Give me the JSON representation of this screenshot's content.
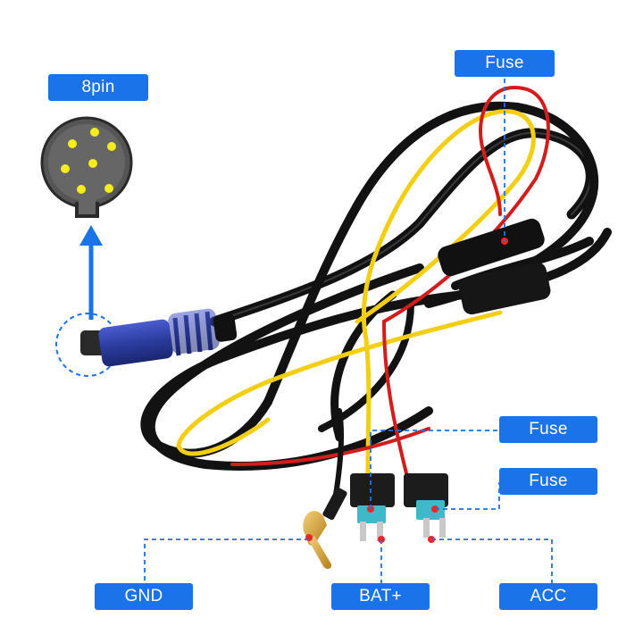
{
  "labels": {
    "pin": "8pin",
    "fuse_top": "Fuse",
    "fuse_mid": "Fuse",
    "fuse_low": "Fuse",
    "gnd": "GND",
    "bat": "BAT+",
    "acc": "ACC"
  },
  "colors": {
    "accent": "#1a73e8",
    "cable": "#121212",
    "wire_red": "#d31d1d",
    "wire_yellow": "#f2cf12",
    "connector_blue": "#2b3c9e",
    "pin_yellow": "#f5ec1c",
    "fuse_teal": "#3fb9c9",
    "terminal_gold": "#d9a731"
  },
  "icons": [
    "8pin-connector-face-icon",
    "arrow-up-icon",
    "fuse-icon",
    "spade-terminal-icon"
  ]
}
